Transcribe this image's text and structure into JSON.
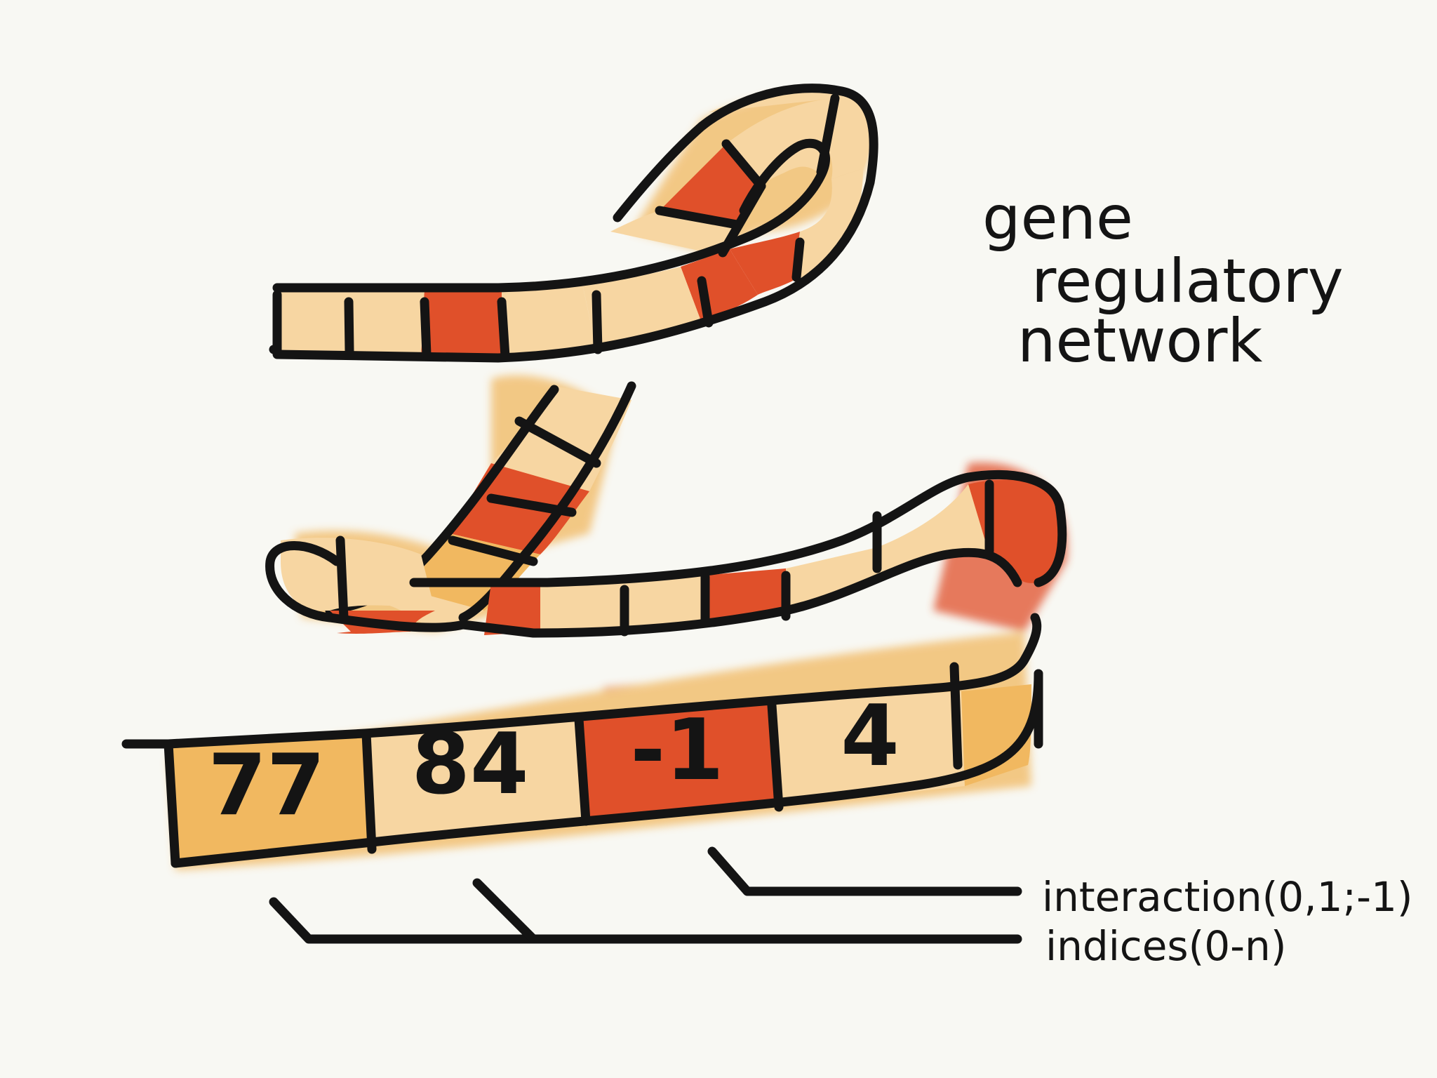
{
  "title_lines": [
    "gene",
    "regulatory",
    "network"
  ],
  "tape_values": [
    "77",
    "84",
    "-1",
    "4"
  ],
  "callouts": {
    "interaction": "interaction(0,1;-1)",
    "indices": "indices(0-n)"
  },
  "colors": {
    "background": "#f8f8f3",
    "light_segment": "#f7d6a2",
    "mid_segment": "#f1b860",
    "dark_segment": "#e0502a",
    "outline": "#141414"
  }
}
